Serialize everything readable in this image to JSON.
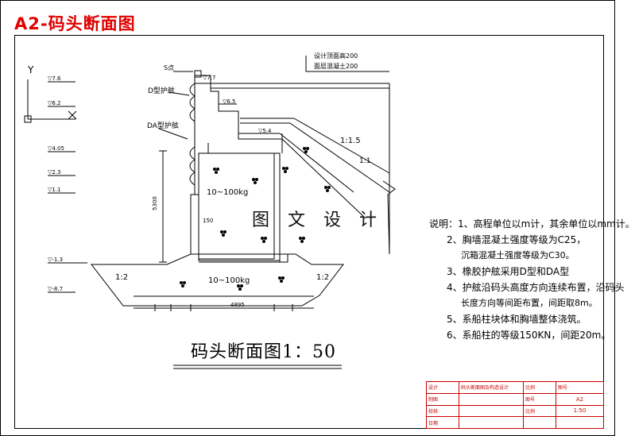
{
  "header": {
    "title": "A2-码头断面图"
  },
  "diagram": {
    "caption": "码头断面图1：50",
    "watermark": "图 文 设 计",
    "labels": {
      "s_label": "S点",
      "d_label": "D型护舷",
      "da_label": "DA型护舷",
      "elev_top": "▽7.7",
      "elev_65": "▽6.5",
      "elev_54": "▽5.4",
      "fill_upper": "10~100kg",
      "fill_lower": "10~100kg",
      "slope_left": "1:2",
      "slope_right": "1:2",
      "slope_15": "1:1.5",
      "slope_11": "1:1",
      "elev_bottom": "▽-8.7",
      "dim_4895": "4895",
      "dim_5300": "5300",
      "dim_150": "150",
      "top_design": "设计顶面高200",
      "pave": "面层混凝土200"
    },
    "left_levels": [
      "▽7.6",
      "▽6.2",
      "▽4.05",
      "▽2.3",
      "▽1.1",
      "▽-1.3",
      "▽-8.7"
    ],
    "axis_y": "Y"
  },
  "notes": {
    "lines": [
      "说明：1、高程单位以m计，其余单位以mm计。",
      "2、胸墙混凝土强度等级为C25，",
      "沉箱混凝土强度等级为C30。",
      "3、橡胶护舷采用D型和DA型",
      "4、护舷沿码头高度方向连续布置，沿码头",
      "长度方向等间距布置，间距取8m。",
      "5、系船柱块体和胸墙整体浇筑。",
      "6、系船柱的等级150KN，间距20m。"
    ]
  },
  "title_block": {
    "r1": [
      "设计",
      "码头断面图及构造设计",
      "比例",
      "图号"
    ],
    "r2": [
      "制图",
      "",
      "图号",
      "A2"
    ],
    "r3": [
      "校核",
      "",
      "比例",
      "1:50"
    ],
    "r4": [
      "日期",
      "",
      "",
      ""
    ]
  }
}
